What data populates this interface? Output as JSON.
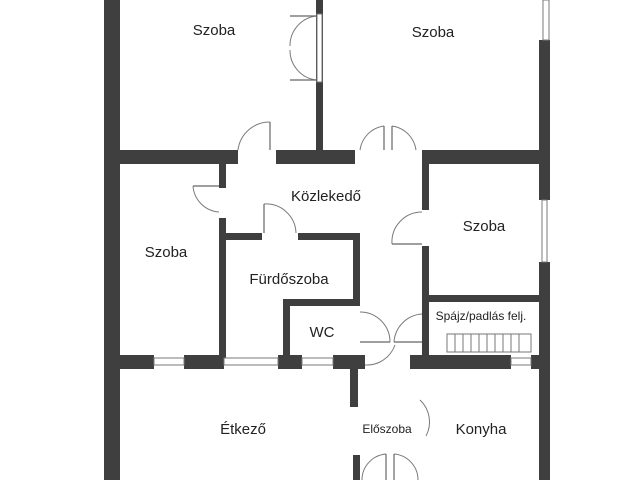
{
  "rooms": {
    "szoba_top_left": "Szoba",
    "szoba_top_right": "Szoba",
    "kozlekedo": "Közlekedő",
    "szoba_left": "Szoba",
    "szoba_right": "Szoba",
    "furdoszoba": "Fürdőszoba",
    "wc": "WC",
    "spajz": "Spájz/padlás felj.",
    "etkezo": "Étkező",
    "eloszoba": "Előszoba",
    "konyha": "Konyha"
  }
}
